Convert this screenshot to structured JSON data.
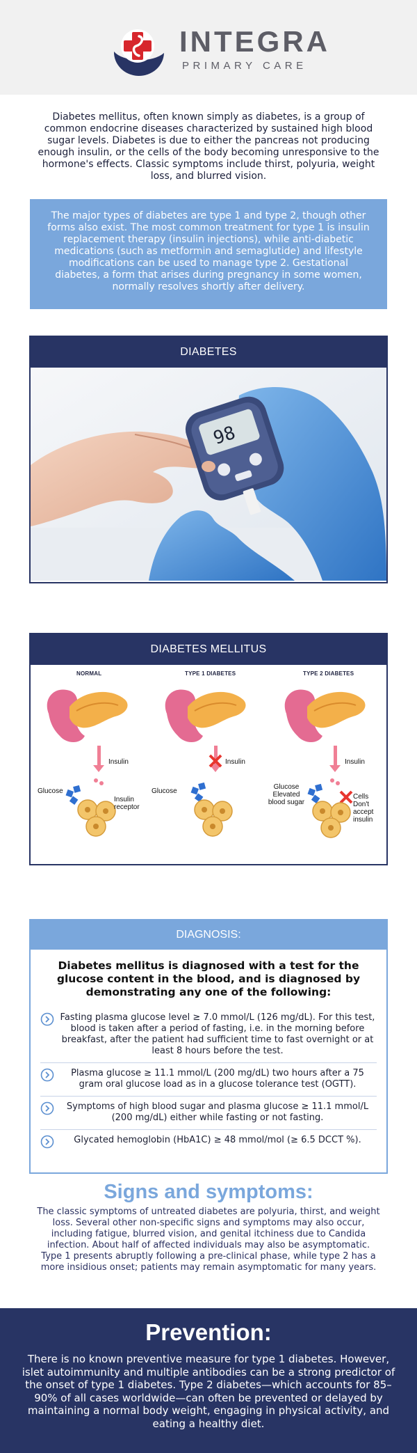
{
  "brand": {
    "name": "INTEGRA",
    "tagline": "PRIMARY CARE",
    "colors": {
      "navy": "#283464",
      "blue": "#7aa7dc",
      "red": "#d7262c",
      "gray": "#5d5d66"
    }
  },
  "intro": "Diabetes mellitus, often known simply as diabetes, is a group of common endocrine diseases characterized by sustained high blood sugar levels. Diabetes is due to either the pancreas not producing enough insulin, or the cells of the body becoming unresponsive to the hormone's effects. Classic symptoms include thirst, polyuria, weight loss, and blurred vision.",
  "types_box": "The major types of diabetes are type 1 and type 2, though other forms also exist. The most common treatment for type 1 is insulin replacement therapy (insulin injections), while anti-diabetic medications (such as metformin and semaglutide) and lifestyle modifications can be used to manage type 2. Gestational diabetes, a form that arises during pregnancy in some women, normally resolves shortly after delivery.",
  "card_diabetes": {
    "title": "DIABETES",
    "meter_reading": "98"
  },
  "card_mellitus": {
    "title": "DIABETES MELLITUS",
    "columns": [
      {
        "title": "NORMAL",
        "labels": [
          "Insulin",
          "Glucose",
          "Insulin receptor"
        ]
      },
      {
        "title": "TYPE 1 DIABETES",
        "labels": [
          "Insulin",
          "Glucose"
        ]
      },
      {
        "title": "TYPE 2 DIABETES",
        "labels": [
          "Insulin",
          "Glucose Elevated blood sugar",
          "Cells Don't accept insulin"
        ]
      }
    ]
  },
  "diagnosis": {
    "title": "DIAGNOSIS:",
    "lead": "Diabetes mellitus is diagnosed with a test for the glucose content in the blood, and is diagnosed by demonstrating any one of the following:",
    "items": [
      "Fasting plasma glucose level ≥ 7.0 mmol/L (126 mg/dL). For this test, blood is taken after a period of fasting, i.e. in the morning before breakfast, after the patient had sufficient time to fast overnight or at least 8 hours before the test.",
      "Plasma glucose ≥ 11.1 mmol/L (200 mg/dL) two hours after a 75 gram oral glucose load as in a glucose tolerance test (OGTT).",
      "Symptoms of high blood sugar and plasma glucose ≥ 11.1 mmol/L (200 mg/dL) either while fasting or not fasting.",
      "Glycated hemoglobin (HbA1C) ≥ 48 mmol/mol (≥ 6.5 DCCT %)."
    ]
  },
  "signs": {
    "title": "Signs and symptoms:",
    "text": "The classic symptoms of untreated diabetes are polyuria, thirst, and weight loss. Several other non-specific signs and symptoms may also occur, including fatigue, blurred vision, and genital itchiness due to Candida infection. About half of affected individuals may also be asymptomatic. Type 1 presents abruptly following a pre-clinical phase, while type 2 has a more insidious onset; patients may remain asymptomatic for many years."
  },
  "prevention": {
    "title": "Prevention:",
    "text": "There is no known preventive measure for type 1 diabetes. However, islet autoimmunity and multiple antibodies can be a strong predictor of the onset of type 1 diabetes. Type 2 diabetes—which accounts for 85–90% of all cases worldwide—can often be prevented or delayed by maintaining a normal body weight, engaging in physical activity, and eating a healthy diet."
  }
}
